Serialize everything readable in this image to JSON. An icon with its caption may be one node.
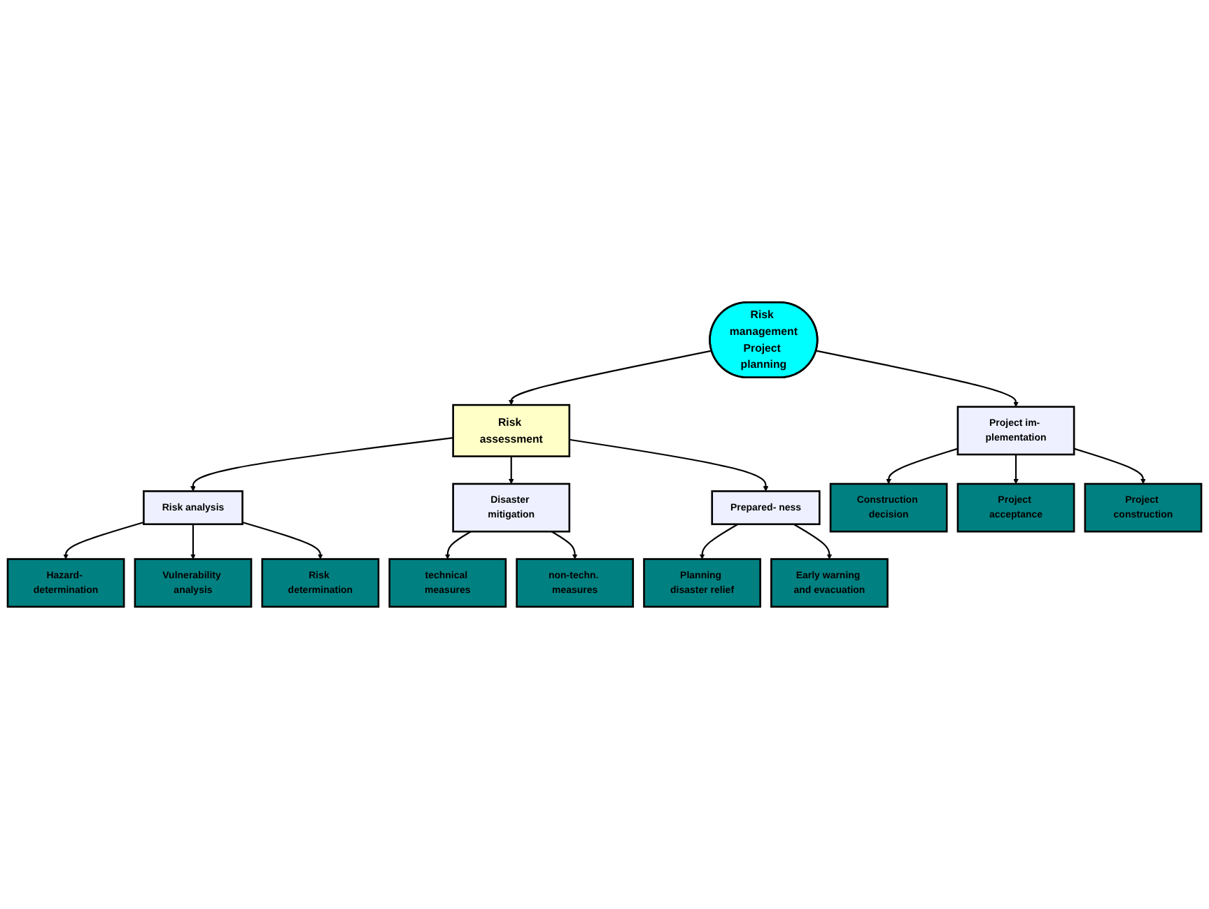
{
  "diagram": {
    "nodes": [
      {
        "text": [
          "Risk management",
          "Project planning"
        ]
      },
      {
        "text": [
          "Risk assessment"
        ]
      },
      {
        "text": [
          "Risk analysis"
        ]
      },
      {
        "text": [
          "Disaster mitigation"
        ]
      },
      {
        "text": [
          "Prepared- ness"
        ]
      },
      {
        "text": [
          "Project im- plementation"
        ]
      },
      {
        "text": [
          "Hazard- determination"
        ]
      },
      {
        "text": [
          "Vulnerability analysis"
        ]
      },
      {
        "text": [
          "Risk determination"
        ]
      },
      {
        "text": [
          "technical measures"
        ]
      },
      {
        "text": [
          "non-techn. measures"
        ]
      },
      {
        "text": [
          "Planning disaster relief"
        ]
      },
      {
        "text": [
          "Early warning and evacuation"
        ]
      },
      {
        "text": [
          "Construction decision"
        ]
      },
      {
        "text": [
          "Project acceptance"
        ]
      },
      {
        "text": [
          "Project construction"
        ]
      }
    ],
    "edges": [
      {
        "from": 0,
        "to": 1,
        "arrow": "to"
      },
      {
        "from": 0,
        "to": 5,
        "arrow": "to"
      },
      {
        "from": 1,
        "to": 2,
        "arrow": "to"
      },
      {
        "from": 1,
        "to": 3,
        "arrow": "to"
      },
      {
        "from": 1,
        "to": 4,
        "arrow": "to"
      },
      {
        "from": 2,
        "to": 6,
        "arrow": "to"
      },
      {
        "from": 2,
        "to": 7,
        "arrow": "to"
      },
      {
        "from": 2,
        "to": 8,
        "arrow": "to"
      },
      {
        "from": 3,
        "to": 9,
        "arrow": "to"
      },
      {
        "from": 3,
        "to": 10,
        "arrow": "to"
      },
      {
        "from": 4,
        "to": 11,
        "arrow": "to"
      },
      {
        "from": 4,
        "to": 12,
        "arrow": "to"
      },
      {
        "from": 5,
        "to": 13,
        "arrow": "to"
      },
      {
        "from": 5,
        "to": 14,
        "arrow": "to"
      },
      {
        "from": 5,
        "to": 15,
        "arrow": "to"
      }
    ]
  }
}
